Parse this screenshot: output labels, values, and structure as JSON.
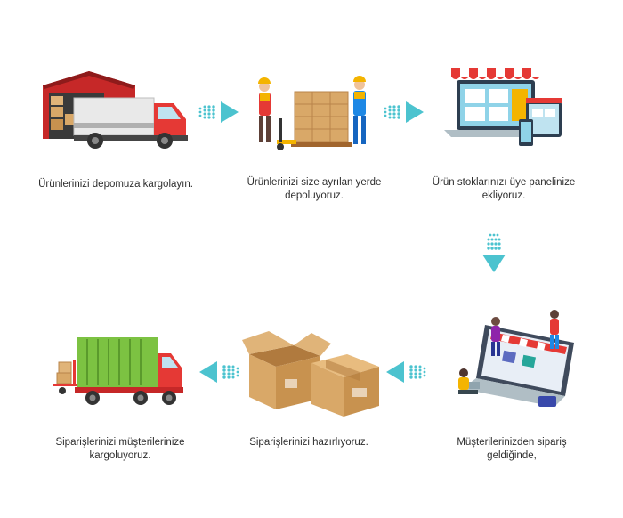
{
  "steps": [
    {
      "id": 1,
      "caption": "Ürünlerinizi depomuza kargolayın.",
      "icon": "warehouse-truck-icon"
    },
    {
      "id": 2,
      "caption": "Ürünlerinizi size ayrılan yerde\ndepoluyoruz.",
      "icon": "workers-pallet-icon"
    },
    {
      "id": 3,
      "caption": "Ürün stoklarınızı üye panelinize\nekliyoruz.",
      "icon": "online-store-laptop-icon"
    },
    {
      "id": 4,
      "caption": "Müşterilerinizden  sipariş\ngeldiğinde,",
      "icon": "online-shoppers-icon"
    },
    {
      "id": 5,
      "caption": "Siparişlerinizi hazırlıyoruz.",
      "icon": "cardboard-boxes-icon"
    },
    {
      "id": 6,
      "caption": "Siparişlerinizi müşterilerinize\nkargoluyoruz.",
      "icon": "cargo-truck-icon"
    }
  ],
  "colors": {
    "arrow": "#4cc3cf",
    "truck_red": "#e53935",
    "warehouse_red": "#d32f2f",
    "cargo_green": "#7cc242",
    "box_tan": "#d9a868"
  }
}
